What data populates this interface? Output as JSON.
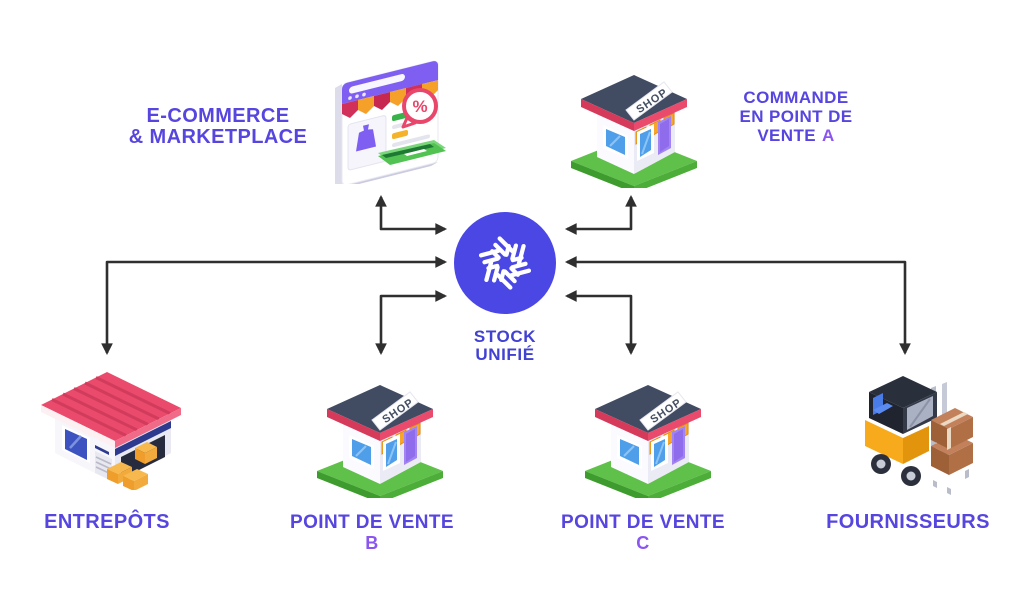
{
  "hub": {
    "icon": "pinwheel-logo-icon",
    "label_line1": "STOCK",
    "label_line2": "UNIFIÉ"
  },
  "nodes": {
    "ecommerce": {
      "lines": [
        "E-COMMERCE",
        "& MARKETPLACE"
      ],
      "icon": "ecommerce-browser-icon"
    },
    "pos_a": {
      "lines": [
        "COMMANDE",
        "EN POINT DE"
      ],
      "line3_prefix": "VENTE",
      "letter": "A",
      "icon": "shop-icon"
    },
    "entrepots": {
      "label": "ENTREPÔTS",
      "icon": "warehouse-icon"
    },
    "pos_b": {
      "line1": "POINT DE VENTE",
      "letter": "B",
      "icon": "shop-icon"
    },
    "pos_c": {
      "line1": "POINT DE VENTE",
      "letter": "C",
      "icon": "shop-icon"
    },
    "fournisseurs": {
      "label": "FOURNISSEURS",
      "icon": "forklift-icon"
    }
  },
  "shop_sign": "SHOP",
  "percent_badge": "%",
  "colors": {
    "label_text": "#5646df",
    "accent_letter": "#8b55f0",
    "hub_circle": "#4a47e5",
    "hub_label_text": "#4141d2",
    "arrow": "#2f2f2f",
    "background": "#ffffff",
    "roof_red": "#ea4a6b",
    "base_green": "#5fc04a",
    "awning_orange": "#f5a028",
    "door_purple": "#a283f2",
    "box_orange": "#f7b94e",
    "box_brown": "#c2815a",
    "forklift_yellow": "#f7ab1c"
  }
}
